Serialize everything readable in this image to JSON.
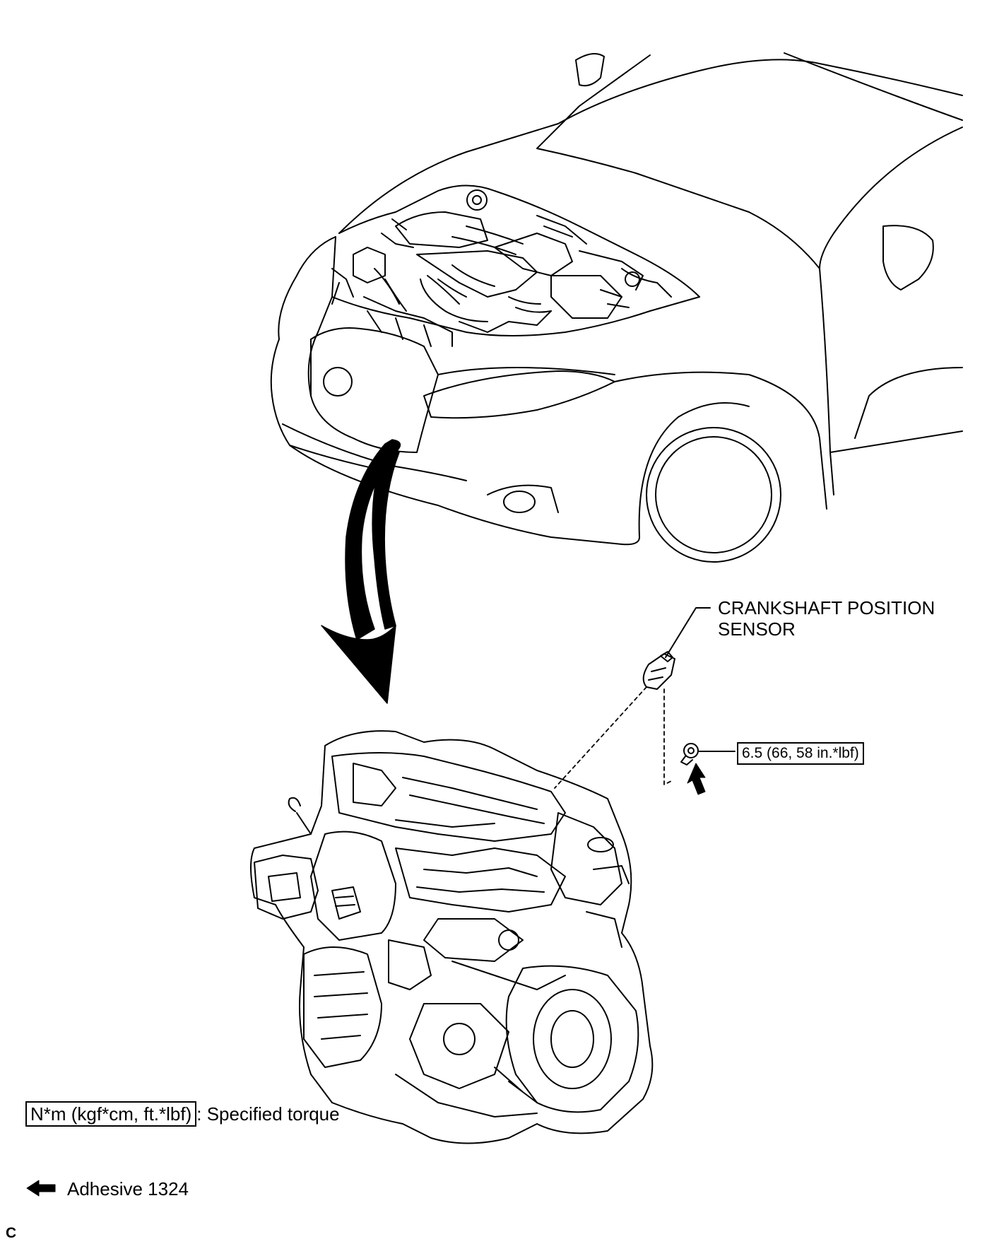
{
  "callouts": {
    "sensor_line1": "CRANKSHAFT POSITION",
    "sensor_line2": "SENSOR",
    "torque_value": "6.5 (66, 58 in.*lbf)"
  },
  "legend": {
    "torque_unit_box": "N*m (kgf*cm, ft.*lbf)",
    "torque_desc": ": Specified torque",
    "adhesive_label": "Adhesive 1324"
  },
  "footer": {
    "code": "C"
  },
  "colors": {
    "line": "#000000",
    "background": "#ffffff"
  }
}
